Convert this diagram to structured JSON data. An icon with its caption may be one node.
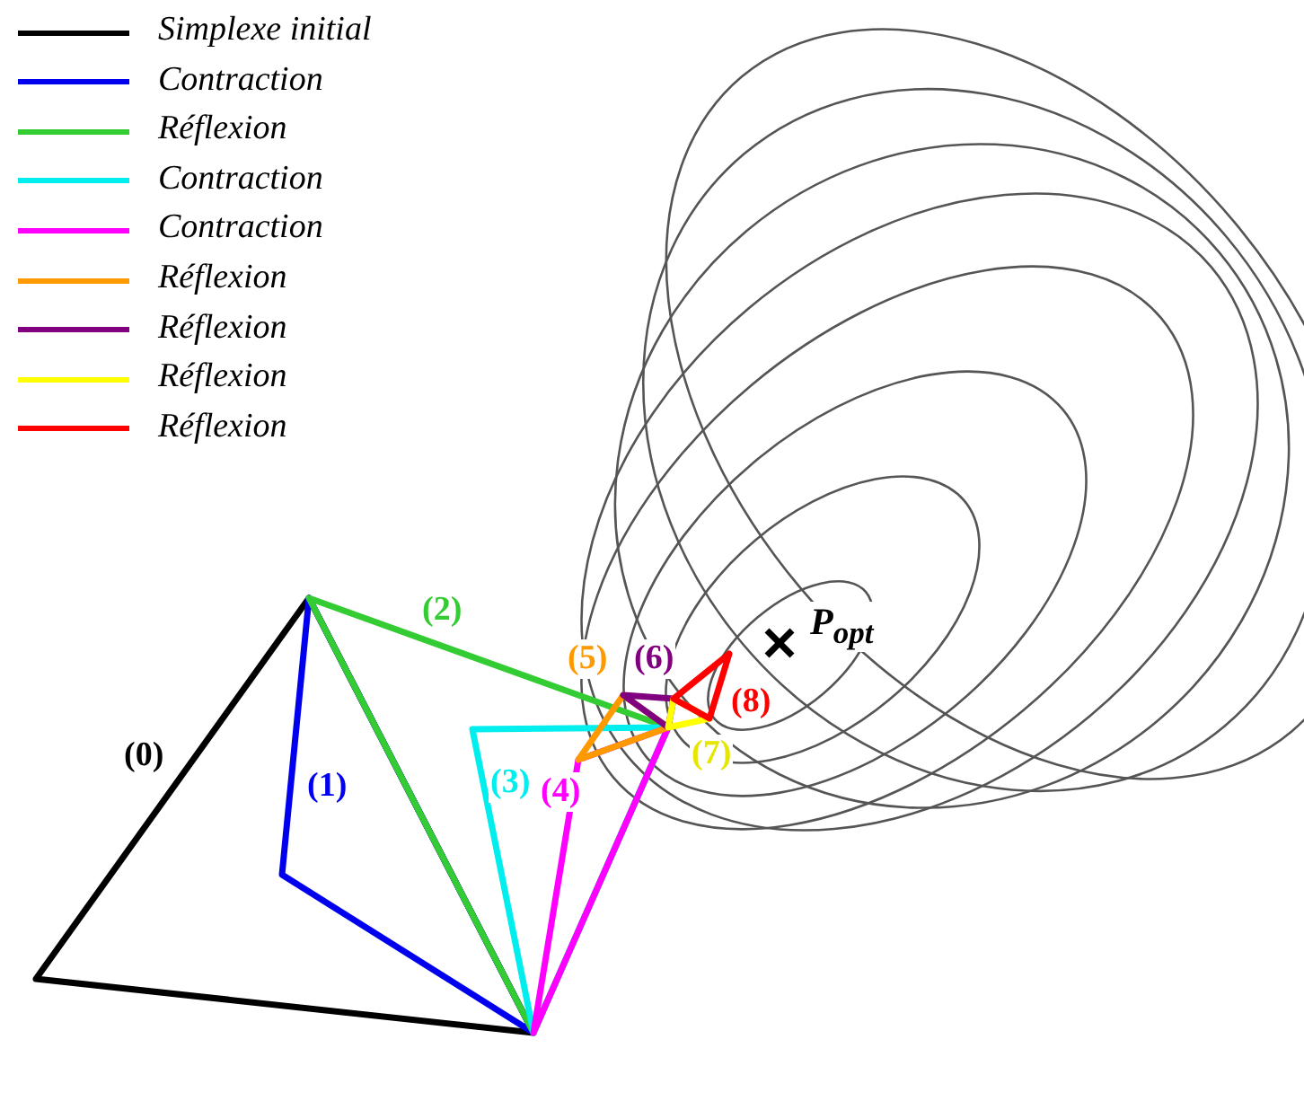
{
  "diagram": {
    "labels": [
      "(0)",
      "(1)",
      "(2)",
      "(3)",
      "(4)",
      "(5)",
      "(6)",
      "(7)",
      "(8)",
      "P$_{opt}$"
    ],
    "legend": [
      {
        "text": "Simplexe initial",
        "color": "#000000"
      },
      {
        "text": "Contraction",
        "color": "#0000ee"
      },
      {
        "text": "Réflexion",
        "color": "#33cc33"
      },
      {
        "text": "Contraction",
        "color": "#00eeee"
      },
      {
        "text": "Contraction",
        "color": "#ff00ff"
      },
      {
        "text": "Réflexion",
        "color": "#ff9900"
      },
      {
        "text": "Réflexion",
        "color": "#800080"
      },
      {
        "text": "Réflexion",
        "color": "#ffff00"
      },
      {
        "text": "Réflexion",
        "color": "#ff0000"
      }
    ]
  }
}
